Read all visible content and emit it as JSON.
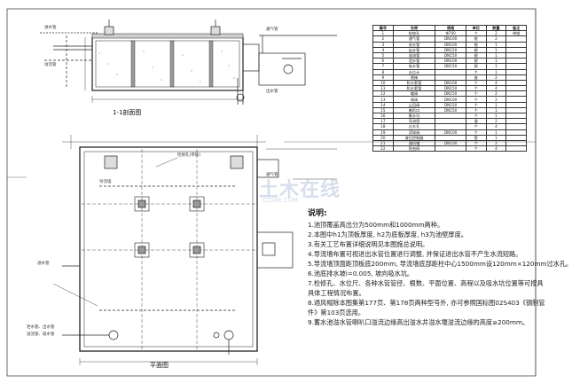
{
  "watermark": {
    "text": "土木在线",
    "sub": "COI88.COM"
  },
  "section_view": {
    "label": "1-1剖面图"
  },
  "plan_view": {
    "label": "平面图"
  },
  "callouts": {
    "section_left_1": "进水管",
    "section_left_2": "溢流管",
    "section_right_1": "通气管",
    "section_right_2": "出水管",
    "plan_top": "检修孔(带锁)",
    "plan_left": "进水管",
    "plan_right": "通气管",
    "plan_bottom_1": "泄水管、出水管",
    "plan_bottom_2": "溢流管、吸水管",
    "plan_mid": "导流墙"
  },
  "table": {
    "headers": [
      "编号",
      "名称",
      "规格",
      "单位",
      "数量",
      "备注"
    ],
    "rows": [
      [
        "1",
        "检修孔",
        "Φ700",
        "个",
        "2",
        "带锁"
      ],
      [
        "2",
        "通气管",
        "DN100",
        "根",
        "2",
        ""
      ],
      [
        "3",
        "进水管",
        "DN100",
        "根",
        "1",
        ""
      ],
      [
        "4",
        "出水管",
        "DN150",
        "根",
        "1",
        ""
      ],
      [
        "5",
        "溢流管",
        "DN150",
        "根",
        "1",
        ""
      ],
      [
        "6",
        "泄水管",
        "DN100",
        "根",
        "1",
        ""
      ],
      [
        "7",
        "吸水管",
        "DN150",
        "根",
        "1",
        ""
      ],
      [
        "8",
        "水位计",
        "",
        "个",
        "1",
        ""
      ],
      [
        "9",
        "爬梯",
        "",
        "座",
        "2",
        ""
      ],
      [
        "10",
        "防水套管",
        "DN100",
        "个",
        "4",
        ""
      ],
      [
        "11",
        "防水套管",
        "DN150",
        "个",
        "4",
        ""
      ],
      [
        "12",
        "蝶阀",
        "DN150",
        "个",
        "2",
        ""
      ],
      [
        "13",
        "闸阀",
        "DN100",
        "个",
        "2",
        ""
      ],
      [
        "14",
        "止回阀",
        "DN150",
        "个",
        "1",
        ""
      ],
      [
        "15",
        "喇叭口",
        "DN150",
        "个",
        "1",
        ""
      ],
      [
        "16",
        "集水坑",
        "",
        "个",
        "1",
        ""
      ],
      [
        "17",
        "导流墙",
        "",
        "道",
        "2",
        ""
      ],
      [
        "18",
        "过水孔",
        "",
        "个",
        "4",
        ""
      ],
      [
        "19",
        "浮球阀",
        "DN100",
        "个",
        "1",
        ""
      ],
      [
        "20",
        "液位控制器",
        "",
        "套",
        "1",
        ""
      ],
      [
        "21",
        "通风帽",
        "DN100",
        "个",
        "2",
        ""
      ],
      [
        "22",
        "防虫网",
        "",
        "个",
        "4",
        ""
      ]
    ]
  },
  "notes": {
    "title": "说明:",
    "lines": [
      "1.池顶覆盖高出分为500mm和1000mm两种。",
      "2.本图中h1为顶板厚度, h2为底板厚度, h3为池壁厚度。",
      "3.有关工艺布置详细说明见本图施总说明。",
      "4.导流墙布置可视进出水管位置进行调整, 并保证进出水管不产生水流短路。",
      "5.导流墙顶面距顶板底200mm, 导流墙底部距柱中心1500mm设120mm×120mm过水孔。",
      "6.池底排水坡i=0.005, 坡向吸水坑。",
      "7.检修孔、水位尺、各种水管管径、根数、平面位置、高程以及吸水坑位置等可按具",
      "   具体工程情况布置。",
      "8.通风帽除本图集第177页、第178页两种型号外, 亦可参照国标图02S403《钢制管",
      "   件》第103页选用。",
      "9.蓄水池溢水管喇叭口溢流边缘高出溢水井溢水堰溢流边缘的高度≥200mm。"
    ]
  }
}
